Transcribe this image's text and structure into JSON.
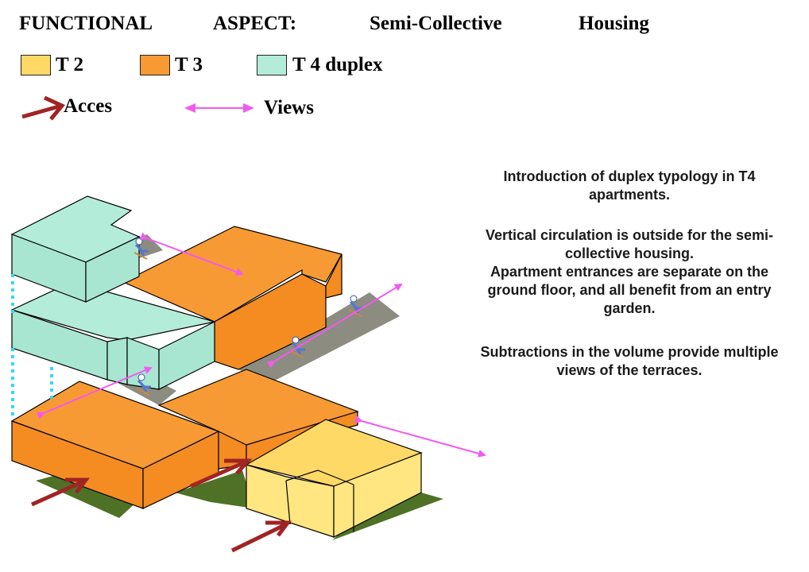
{
  "header": {
    "word1": "FUNCTIONAL",
    "word2": "ASPECT:",
    "word3": "Semi-Collective",
    "word4": "Housing"
  },
  "legend": {
    "units": [
      {
        "label": "T 2",
        "color": "#ffd966"
      },
      {
        "label": "T 3",
        "color": "#f79a33"
      },
      {
        "label": "T 4 duplex",
        "color": "#b3ecd9"
      }
    ],
    "acces_label": "Acces",
    "views_label": "Views",
    "acces_color": "#a02424",
    "views_color": "#f25af0"
  },
  "description": {
    "p1": "Introduction of duplex typology in T4 apartments.",
    "p2a": "Vertical circulation is outside for the semi-collective housing.",
    "p2b": "Apartment entrances are separate on the ground floor, and all benefit from an entry garden.",
    "p3": "Subtractions in the volume provide multiple views of the terraces."
  },
  "colors": {
    "t2_top": "#ffd966",
    "t2_side": "#ffe680",
    "t3_top": "#f79a33",
    "t3_side": "#f48c22",
    "t4_top": "#b3ecd9",
    "t4_side": "#a8e6d2",
    "terrace": "#8c8c80",
    "garden": "#4e7125",
    "stair": "#33d9f2"
  }
}
